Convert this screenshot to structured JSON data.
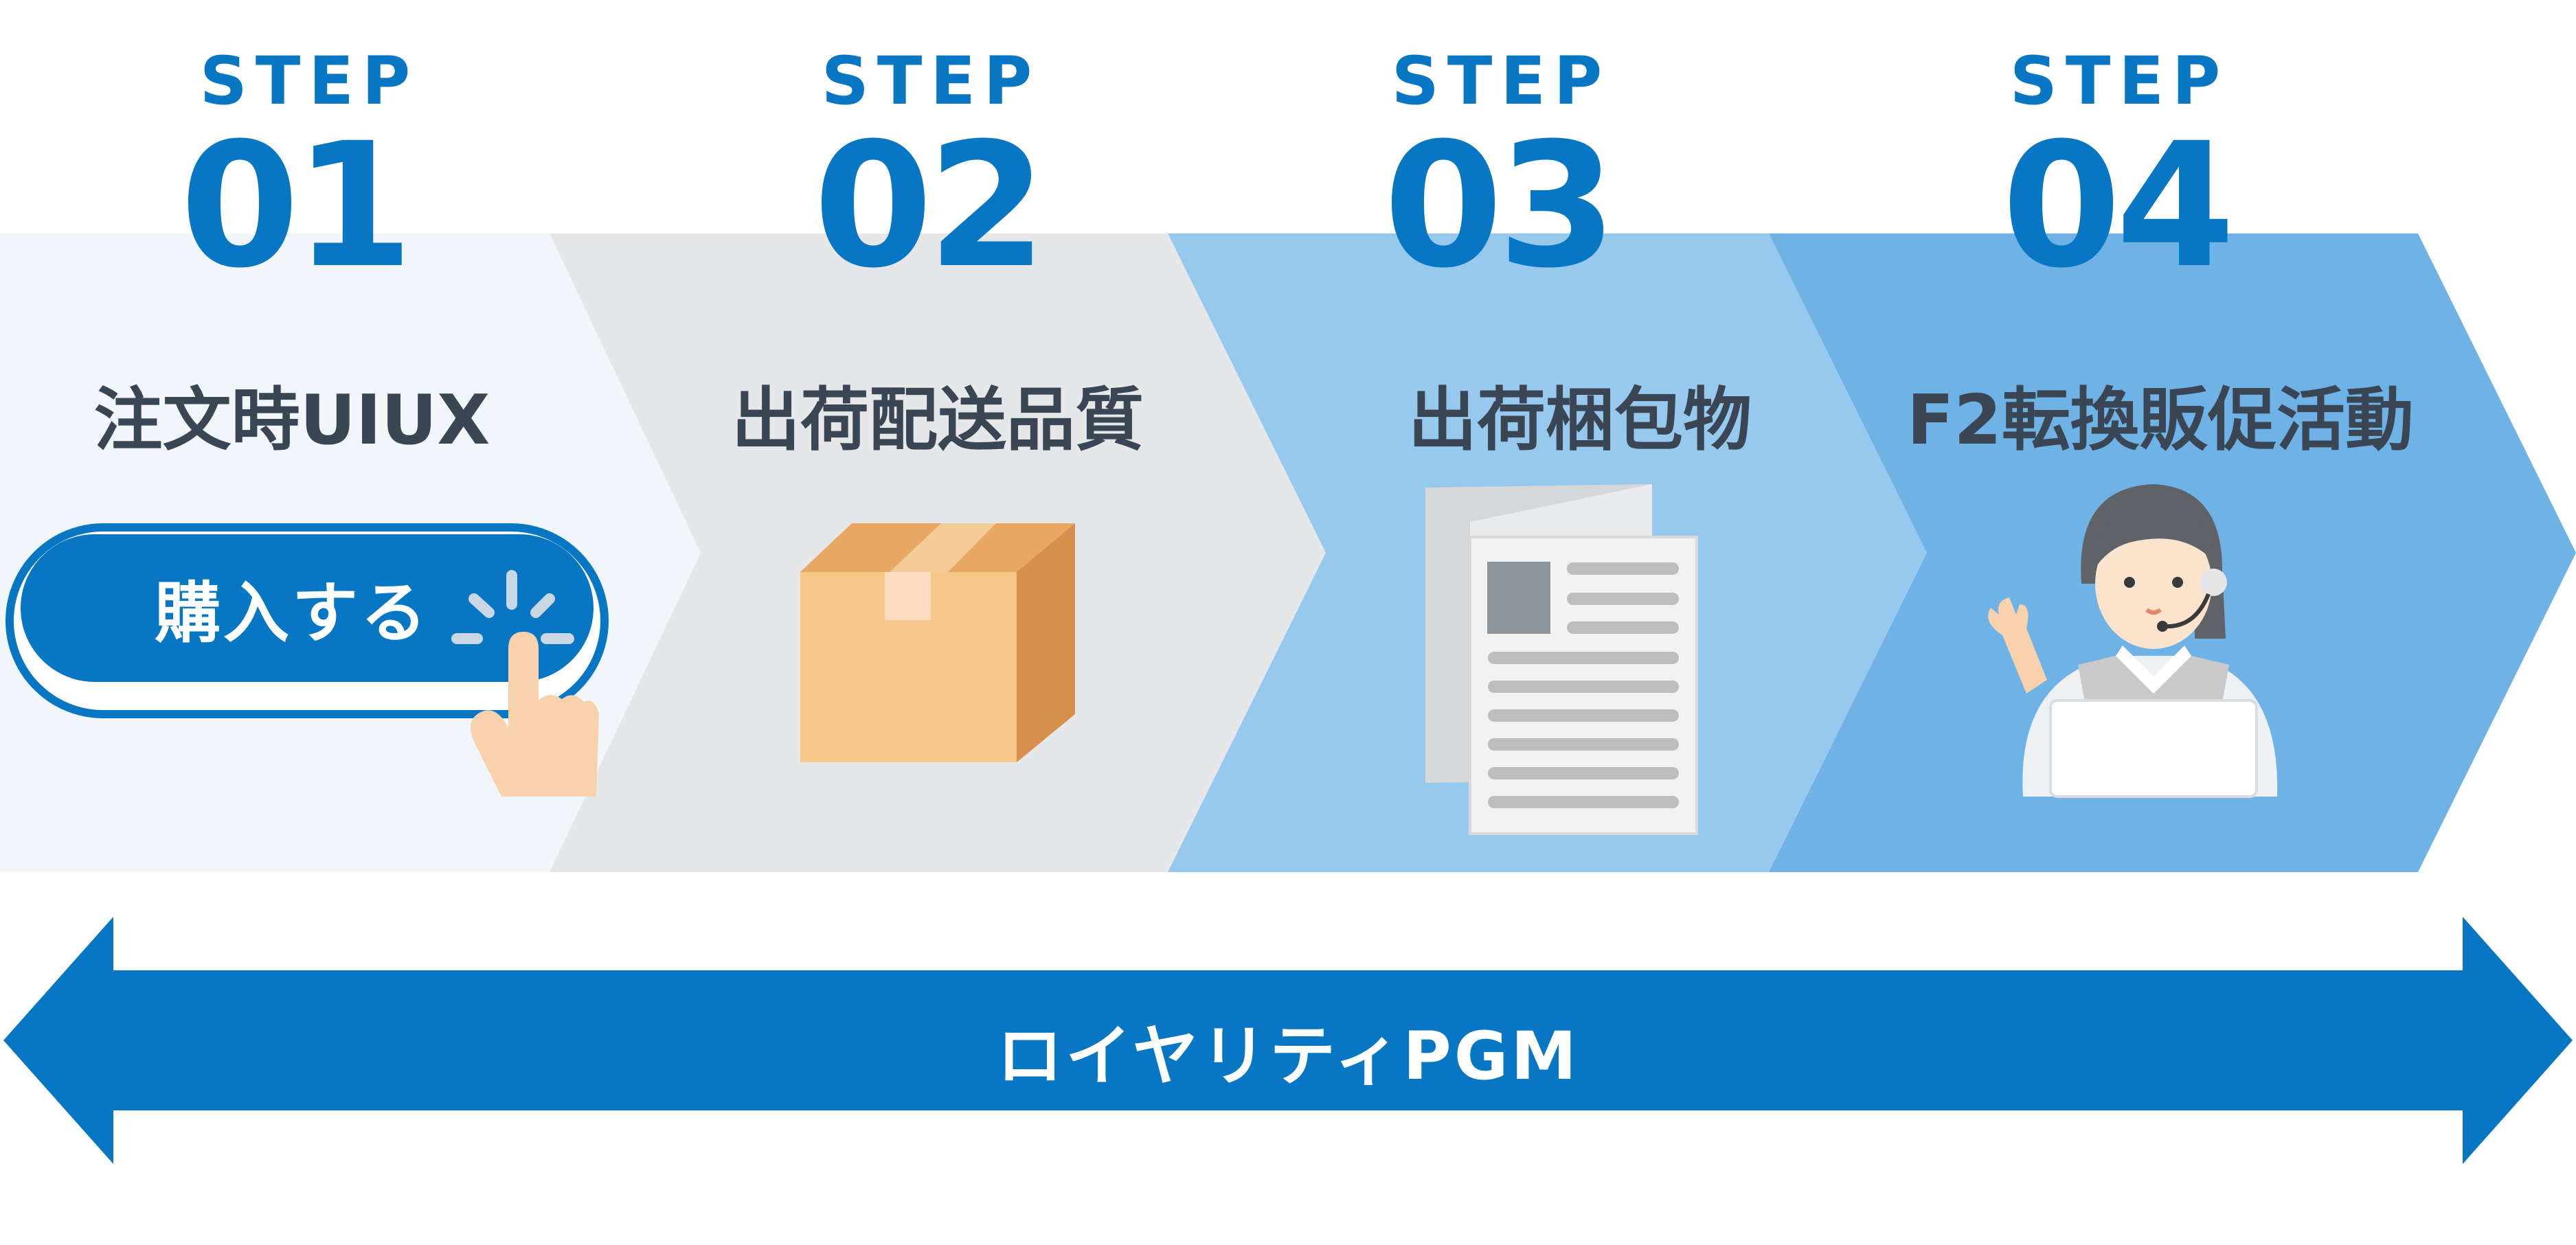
{
  "steps": [
    {
      "label": "STEP",
      "number": "01",
      "title": "注文時UIUX",
      "icon": "buy-button-tap-icon",
      "band_color": "#f1f6fb"
    },
    {
      "label": "STEP",
      "number": "02",
      "title": "出荷配送品質",
      "icon": "cardboard-box-icon",
      "band_color": "#e6e7e8"
    },
    {
      "label": "STEP",
      "number": "03",
      "title": "出荷梱包物",
      "icon": "printed-document-icon",
      "band_color": "#97c9ee"
    },
    {
      "label": "STEP",
      "number": "04",
      "title": "F2転換販促活動",
      "icon": "support-operator-icon",
      "band_color": "#6eb2e6"
    }
  ],
  "buy_button": {
    "label": "購入する"
  },
  "loyalty_arrow": {
    "label": "ロイヤリティPGM",
    "color": "#0777c4"
  },
  "colors": {
    "accent": "#0777c4",
    "title_text": "#3a4654"
  }
}
